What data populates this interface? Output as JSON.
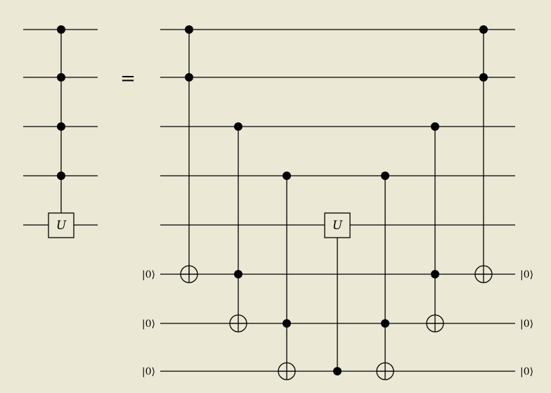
{
  "equals_sign": "=",
  "gate_label": "U",
  "ancilla_input_labels": [
    "|0⟩",
    "|0⟩",
    "|0⟩"
  ],
  "ancilla_output_labels": [
    "|0⟩",
    "|0⟩",
    "|0⟩"
  ],
  "left_circuit": {
    "wires": 5,
    "gates": [
      {
        "type": "multi-controlled-U",
        "controls": [
          0,
          1,
          2,
          3
        ],
        "target": 4
      }
    ]
  },
  "right_circuit": {
    "wires": 8,
    "gates": [
      {
        "type": "toffoli",
        "controls": [
          0,
          1
        ],
        "target": 5
      },
      {
        "type": "toffoli",
        "controls": [
          2,
          5
        ],
        "target": 6
      },
      {
        "type": "toffoli",
        "controls": [
          3,
          6
        ],
        "target": 7
      },
      {
        "type": "controlled-U",
        "controls": [
          7
        ],
        "target": 4
      },
      {
        "type": "toffoli",
        "controls": [
          3,
          6
        ],
        "target": 7
      },
      {
        "type": "toffoli",
        "controls": [
          2,
          5
        ],
        "target": 6
      },
      {
        "type": "toffoli",
        "controls": [
          0,
          1
        ],
        "target": 5
      }
    ]
  }
}
